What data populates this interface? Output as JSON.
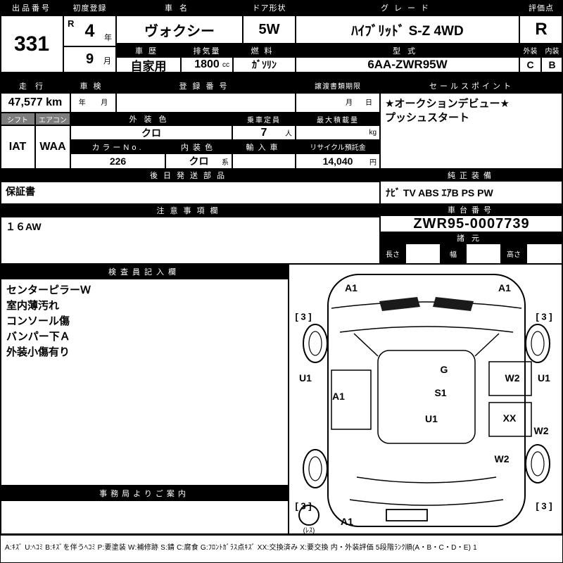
{
  "top": {
    "lot_label": "出品番号",
    "lot": "331",
    "first_reg_label": "初度登録",
    "era": "R",
    "year": "4",
    "year_unit": "年",
    "month": "9",
    "month_unit": "月",
    "name_label": "車名",
    "name": "ヴォクシー",
    "door_label": "ドア形状",
    "door": "5W",
    "grade_label": "グレード",
    "grade": "ﾊｲﾌﾞﾘｯﾄﾞ S-Z 4WD",
    "score_label": "評価点",
    "score": "R",
    "history_label": "車歴",
    "history": "自家用",
    "disp_label": "排気量",
    "disp": "1800",
    "disp_unit": "cc",
    "fuel_label": "燃料",
    "fuel": "ｶﾞｿﾘﾝ",
    "model_label": "型式",
    "model": "6AA-ZWR95W",
    "ext_label": "外装",
    "int_label": "内装",
    "ext_score": "C",
    "int_score": "B"
  },
  "row2": {
    "mileage_label": "走行",
    "mileage": "47,577 km",
    "shaken_label": "車検",
    "shaken_year": "年",
    "shaken_month": "月",
    "regno_label": "登録番号",
    "regno": "",
    "transfer_label": "譲渡書類期限",
    "transfer_month": "月",
    "transfer_day": "日",
    "sales_label": "セールスポイント",
    "sales_lines": [
      "★オークションデビュー★",
      "プッシュスタート"
    ]
  },
  "row3": {
    "shift_label": "シフト",
    "shift": "IAT",
    "aircon_label": "エアコン",
    "aircon": "WAA",
    "extcolor_label": "外装色",
    "extcolor": "クロ",
    "capacity_label": "乗車定員",
    "capacity": "7",
    "capacity_unit": "人",
    "maxload_label": "最大積載量",
    "maxload_unit": "kg",
    "colorno_label": "カラーNo.",
    "colorno": "226",
    "intcolor_label": "内装色",
    "intcolor": "クロ",
    "intcolor_suffix": "系",
    "import_label": "輸入車",
    "import_value": "",
    "recycle_label": "リサイクル預託金",
    "recycle": "14,040",
    "recycle_unit": "円"
  },
  "row4": {
    "later_label": "後日発送部品",
    "later_value": "保証書",
    "equip_label": "純正装備",
    "equip_value": "ﾅﾋﾞ TV ABS ｴｱB PS PW"
  },
  "row5": {
    "caution_label": "注意事項欄",
    "caution_value": "１６AW",
    "chassis_label": "車台番号",
    "chassis": "ZWR95-0007739",
    "spec_label": "諸元",
    "length_label": "長さ",
    "width_label": "幅",
    "height_label": "高さ",
    "length_value": "",
    "width_value": "",
    "height_value": ""
  },
  "inspector": {
    "label": "検査員記入欄",
    "notes": [
      "センターピラーＷ",
      "室内薄汚れ",
      "コンソール傷",
      "バンパー下Ａ",
      "外装小傷有り"
    ]
  },
  "office": {
    "label": "事務局よりご案内"
  },
  "diagram": {
    "markers": [
      {
        "label": "A1"
      },
      {
        "label": "A1"
      },
      {
        "label": "[ 3 ]"
      },
      {
        "label": "[ 3 ]"
      },
      {
        "label": "U1"
      },
      {
        "label": "G"
      },
      {
        "label": "W2"
      },
      {
        "label": "U1"
      },
      {
        "label": "A1"
      },
      {
        "label": "S1"
      },
      {
        "label": "U1"
      },
      {
        "label": "XX"
      },
      {
        "label": "W2"
      },
      {
        "label": "W2"
      },
      {
        "label": "[ 3 ]"
      },
      {
        "label": "[ 3 ]"
      },
      {
        "label": "A1"
      }
    ],
    "spare_label": "(ﾚｽ)"
  },
  "legend": {
    "text": "A:ｷｽﾞ U:ﾍｺﾐ B:ｷｽﾞを伴うﾍｺﾐ P:要塗装 W:補修跡 S:錆 C:腐食 G:ﾌﾛﾝﾄｶﾞﾗｽ点ｷｽﾞ XX:交換済み X:要交換  内・外装評価 5段階ﾗﾝｸ順(A・B・C・D・E) 1"
  }
}
